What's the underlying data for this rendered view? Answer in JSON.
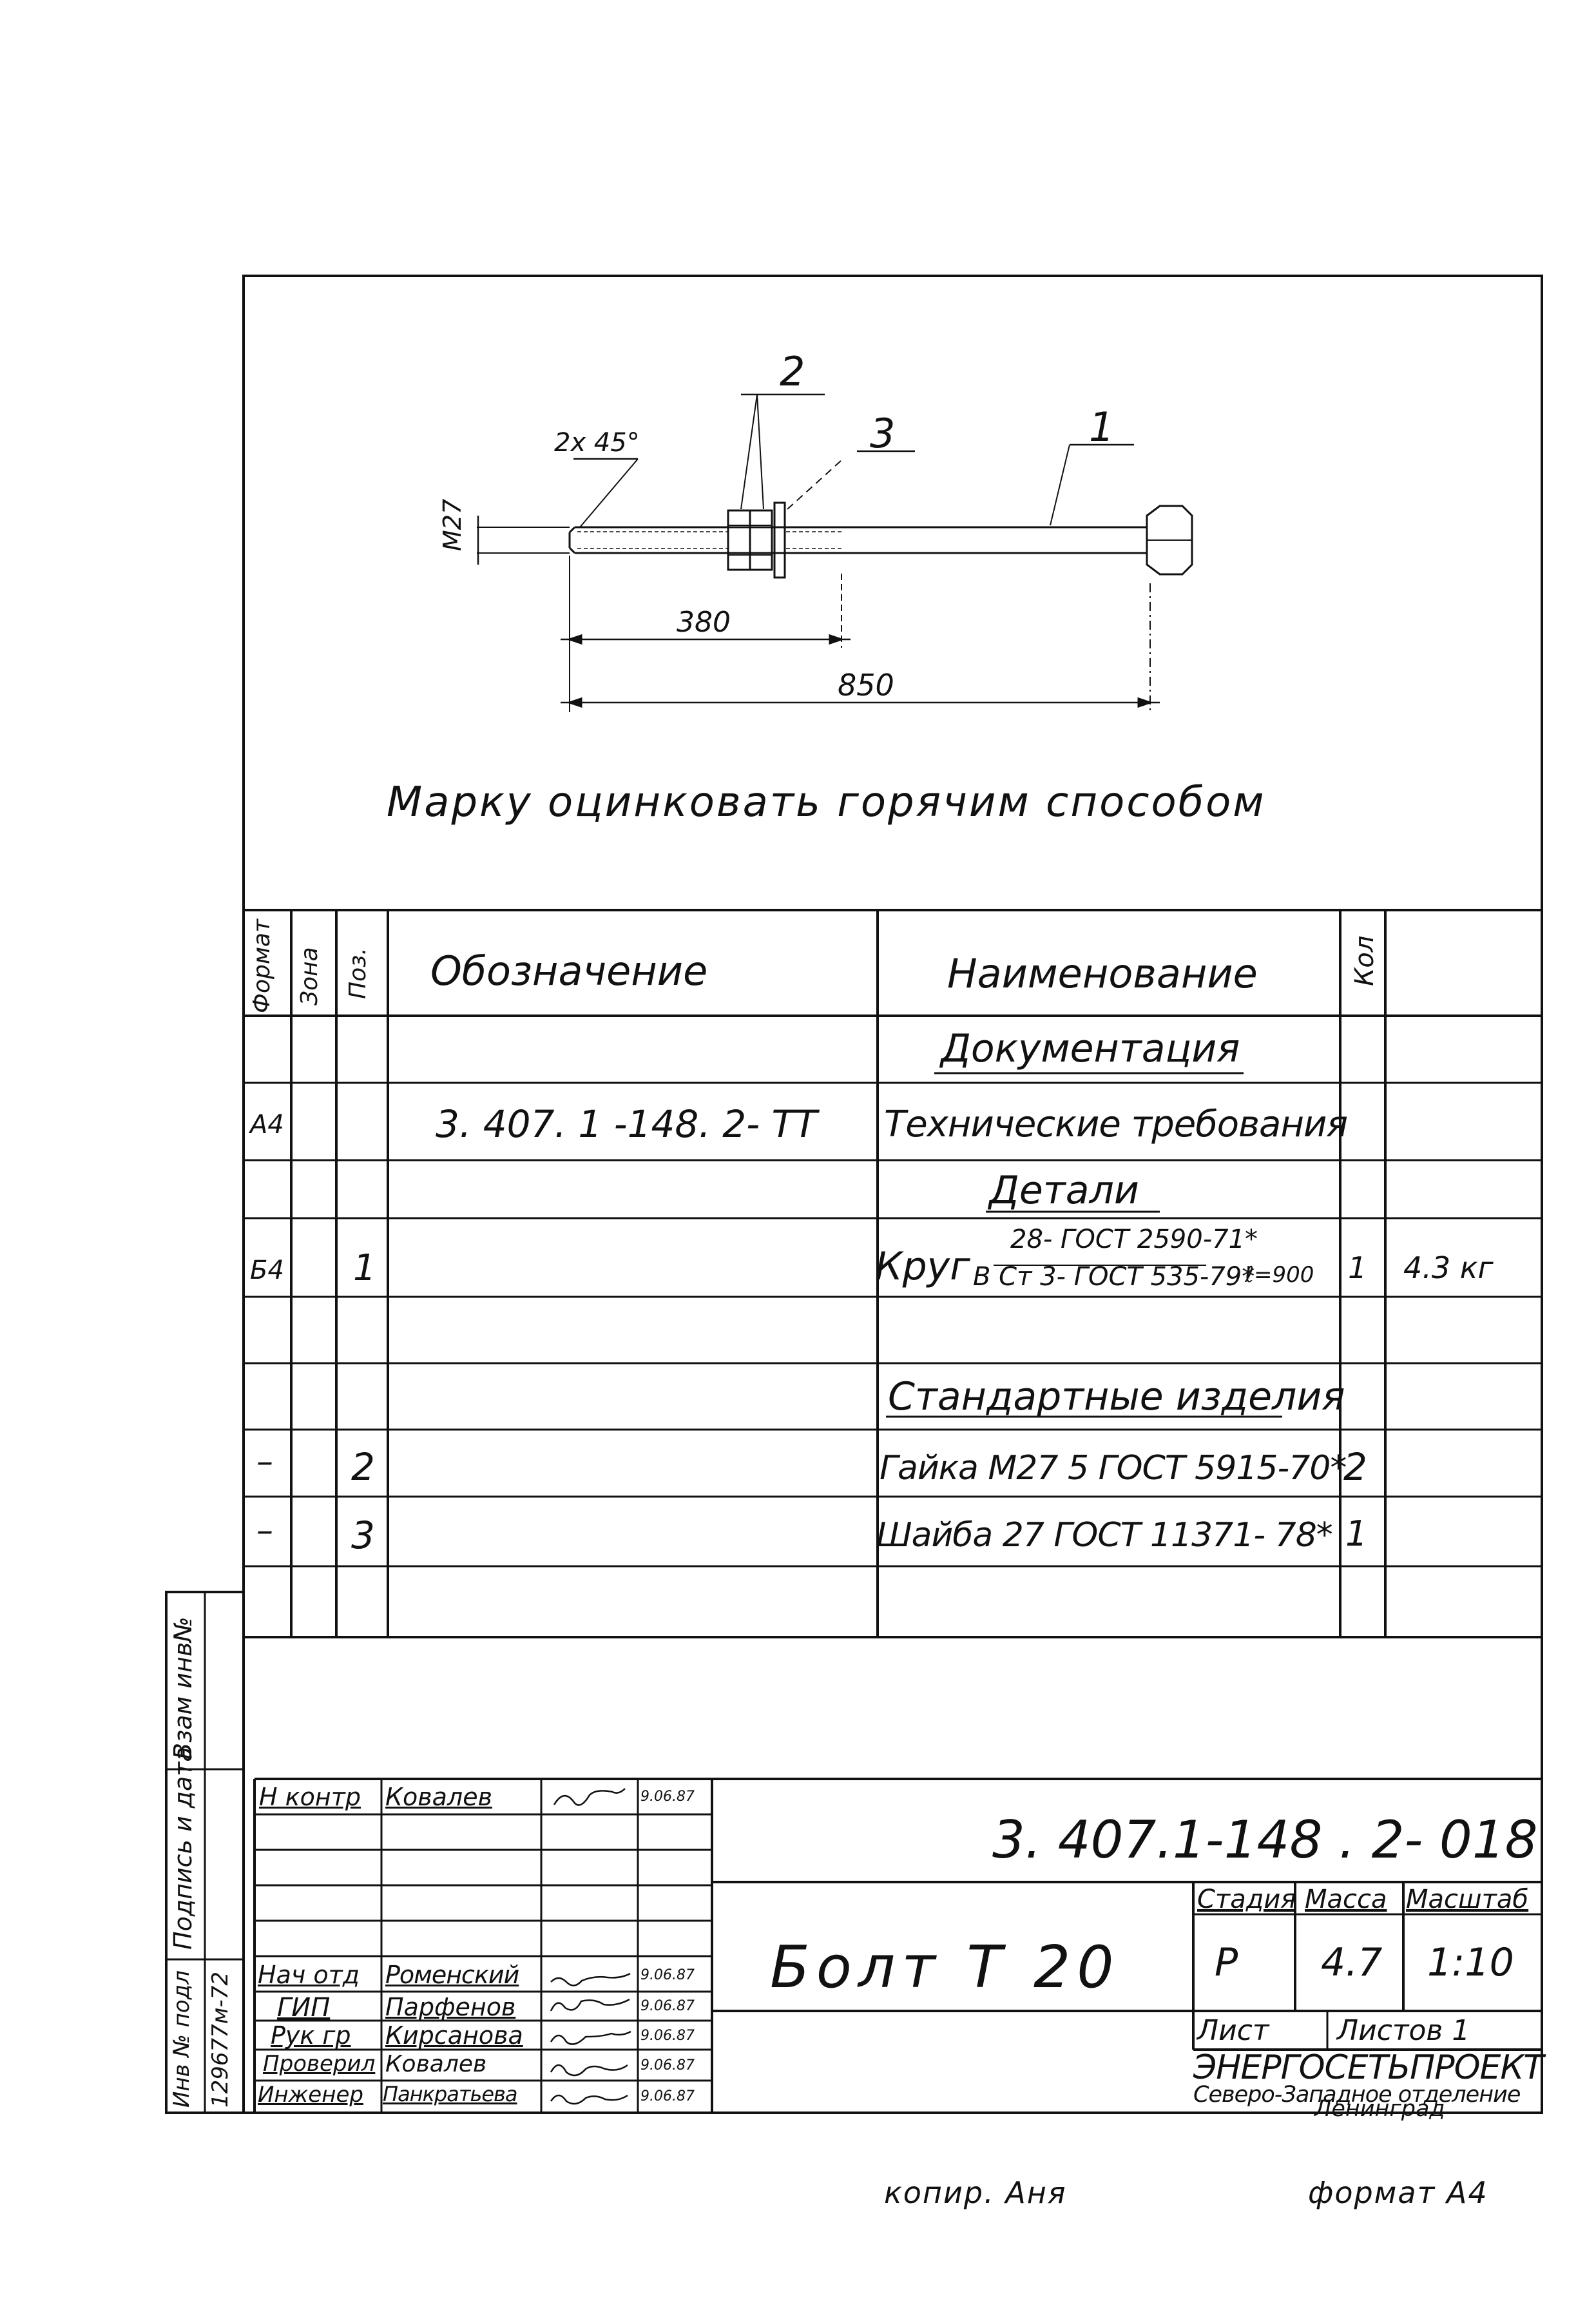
{
  "drawing": {
    "callouts": [
      "2",
      "3",
      "1"
    ],
    "chamfer": "2x 45°",
    "thread": "M27",
    "dim_short": "380",
    "dim_long": "850",
    "note": "Марку оцинковать горячим способом"
  },
  "spec": {
    "headers": {
      "format": "Формат",
      "zone": "Зона",
      "pos": "Поз.",
      "designation": "Обозначение",
      "name": "Наименование",
      "qty": "Кол",
      "note": ""
    },
    "rows": [
      {
        "format": "",
        "zone": "",
        "pos": "",
        "designation": "",
        "name": "Документация",
        "qty": "",
        "note": ""
      },
      {
        "format": "А4",
        "zone": "",
        "pos": "",
        "designation": "3. 407. 1 -148. 2- ТТ",
        "name": "Технические требования",
        "qty": "",
        "note": ""
      },
      {
        "format": "",
        "zone": "",
        "pos": "",
        "designation": "",
        "name": "Детали",
        "qty": "",
        "note": ""
      },
      {
        "format": "Б4",
        "zone": "",
        "pos": "1",
        "designation": "",
        "name": "Круг",
        "name_top": "28- ГОСТ 2590-71*",
        "name_bottom": "В Ст 3- ГОСТ 535-79*",
        "name_suffix": "ℓ=900",
        "qty": "1",
        "note": "4.3 кг"
      },
      {
        "format": "",
        "zone": "",
        "pos": "",
        "designation": "",
        "name": "",
        "qty": "",
        "note": ""
      },
      {
        "format": "",
        "zone": "",
        "pos": "",
        "designation": "",
        "name": "Стандартные изделия",
        "qty": "",
        "note": ""
      },
      {
        "format": "–",
        "zone": "",
        "pos": "2",
        "designation": "",
        "name": "Гайка М27 5 ГОСТ 5915-70*",
        "qty": "2",
        "note": ""
      },
      {
        "format": "–",
        "zone": "",
        "pos": "3",
        "designation": "",
        "name": "Шайба 27 ГОСТ 11371- 78*",
        "qty": "1",
        "note": ""
      },
      {
        "format": "",
        "zone": "",
        "pos": "",
        "designation": "",
        "name": "",
        "qty": "",
        "note": ""
      }
    ]
  },
  "side_stamp": {
    "vzam": "Взам инв№",
    "podpis": "Подпись и дата",
    "inv_podl": "Инв № подл",
    "inv_value": "129677м-72"
  },
  "title_block": {
    "doc_number": "3. 407.1-148 . 2- 018",
    "item_name": "Болт Т 20",
    "stage_label": "Стадия",
    "mass_label": "Масса",
    "scale_label": "Масштаб",
    "stage": "Р",
    "mass": "4.7",
    "scale": "1:10",
    "sheet_label": "Лист",
    "sheets_label": "Листов 1",
    "org_name": "ЭНЕРГОСЕТЬПРОЕКТ",
    "org_dept": "Северо-Западное отделение",
    "org_city": "Ленинград",
    "signatures": [
      {
        "role": "Н контр",
        "name": "Ковалев",
        "date": "9.06.87"
      },
      {
        "role": "",
        "name": "",
        "date": ""
      },
      {
        "role": "",
        "name": "",
        "date": ""
      },
      {
        "role": "",
        "name": "",
        "date": ""
      },
      {
        "role": "Нач отд",
        "name": "Роменский",
        "date": "9.06.87"
      },
      {
        "role": "ГИП",
        "name": "Парфенов",
        "date": "9.06.87"
      },
      {
        "role": "Рук гр",
        "name": "Кирсанова",
        "date": "9.06.87"
      },
      {
        "role": "Проверил",
        "name": "Ковалев",
        "date": "9.06.87"
      },
      {
        "role": "Инженер",
        "name": "Панкратьева",
        "date": "9.06.87"
      }
    ]
  },
  "footer": {
    "copied": "копир. Аня",
    "format": "формат А4"
  }
}
